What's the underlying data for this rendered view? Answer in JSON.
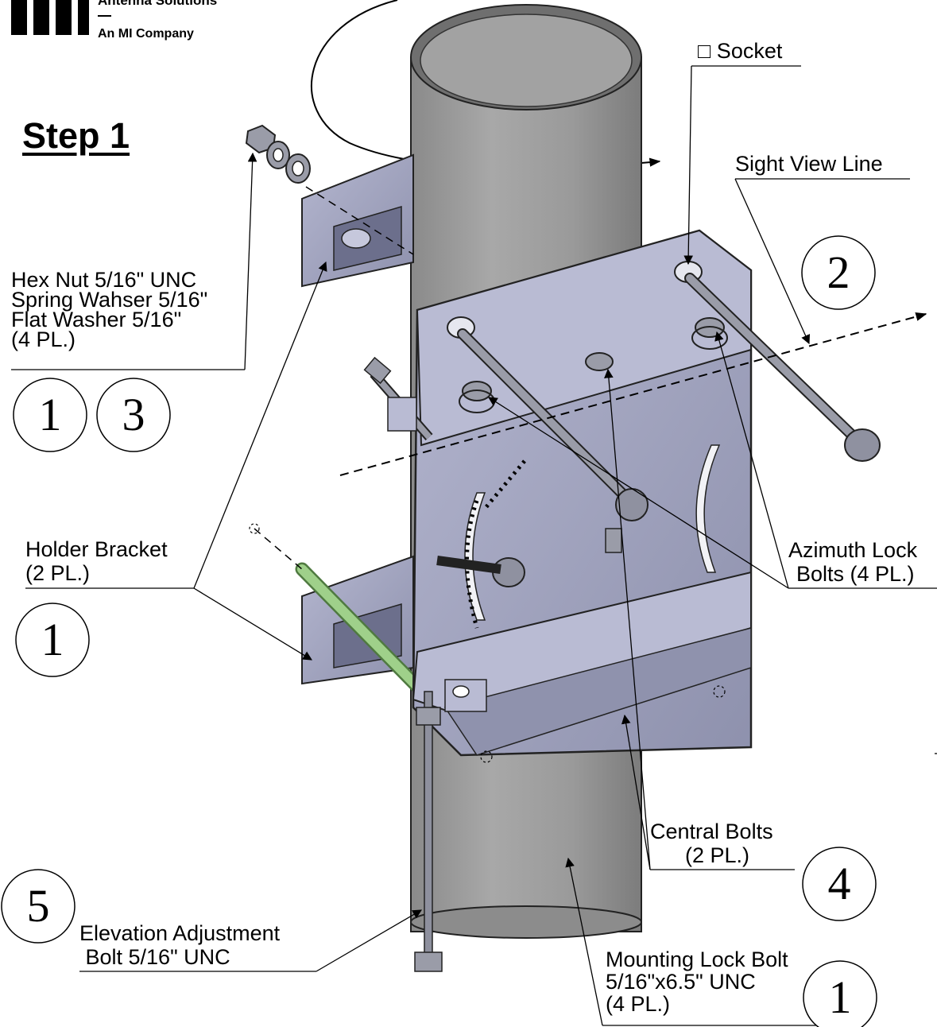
{
  "brand": {
    "line1": "Antenna Solutions",
    "line2": "An MI Company"
  },
  "step_title": "Step 1",
  "labels": {
    "socket": "□ Socket",
    "sight_view_line": "Sight View Line",
    "hex_nut": [
      "Hex Nut 5/16\" UNC",
      "Spring Wahser 5/16\"",
      "Flat Washer 5/16\"",
      "(4 PL.)"
    ],
    "holder_bracket": [
      "Holder Bracket",
      "(2 PL.)"
    ],
    "azimuth_lock": [
      "Azimuth Lock",
      "Bolts (4 PL.)"
    ],
    "central_bolts": [
      "Central Bolts",
      "(2 PL.)"
    ],
    "elevation_bolt": [
      "Elevation Adjustment",
      " Bolt 5/16\" UNC"
    ],
    "mounting_lock": [
      "Mounting Lock Bolt",
      "5/16\"x6.5\" UNC",
      "(4 PL.)"
    ]
  },
  "callouts": {
    "hexnut_a": "1",
    "hexnut_b": "3",
    "sight": "2",
    "holder": "1",
    "central": "4",
    "elevation": "5",
    "mounting": "1"
  },
  "colors": {
    "pipe": "#9c9c9c",
    "bracket": "#a9acc6",
    "bolt": "#9a9ca8",
    "green_rod": "#9fd08a",
    "ink": "#000000"
  }
}
